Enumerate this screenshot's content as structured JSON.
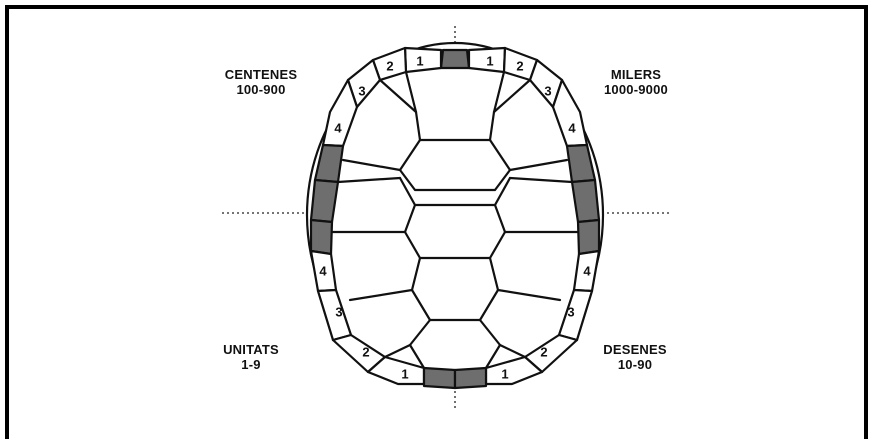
{
  "quadrants": {
    "top_left": {
      "title": "CENTENES",
      "range": "100-900"
    },
    "top_right": {
      "title": "MILERS",
      "range": "1000-9000"
    },
    "bottom_left": {
      "title": "UNITATS",
      "range": "1-9"
    },
    "bottom_right": {
      "title": "DESENES",
      "range": "10-90"
    }
  },
  "marginal_scutes": {
    "top_left": [
      "1",
      "2",
      "3",
      "4"
    ],
    "top_right": [
      "1",
      "2",
      "3",
      "4"
    ],
    "bottom_left": [
      "1",
      "2",
      "3",
      "4"
    ],
    "bottom_right": [
      "1",
      "2",
      "3",
      "4"
    ]
  },
  "colors": {
    "marked_scute": "#6e6e6e",
    "outline": "#111111",
    "background": "#ffffff"
  }
}
